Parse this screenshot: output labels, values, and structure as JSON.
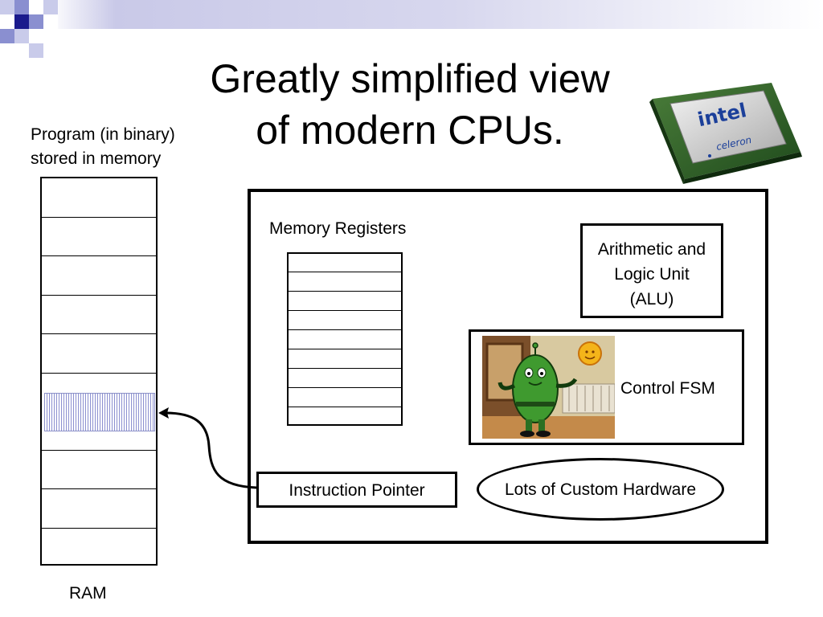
{
  "slide": {
    "title": "Greatly simplified view\nof modern CPUs.",
    "program_label": "Program (in binary)\nstored in memory",
    "ram_label": "RAM",
    "memory_registers_label": "Memory Registers",
    "alu_label": "Arithmetic and\nLogic Unit\n(ALU)",
    "control_fsm_label": "Control FSM",
    "instruction_pointer_label": "Instruction Pointer",
    "custom_hardware_label": "Lots of Custom Hardware",
    "chip_brand": "intel",
    "chip_model": "celeron"
  },
  "colors": {
    "header_square_dark": "#1a1a8c",
    "header_square_mid": "#8a8fd0",
    "header_square_light": "#c9cbea",
    "ram_highlight": "#8c90d0"
  },
  "ram": {
    "cell_count": 10,
    "highlighted_cell_index": 5
  },
  "registers": {
    "row_count": 9
  }
}
